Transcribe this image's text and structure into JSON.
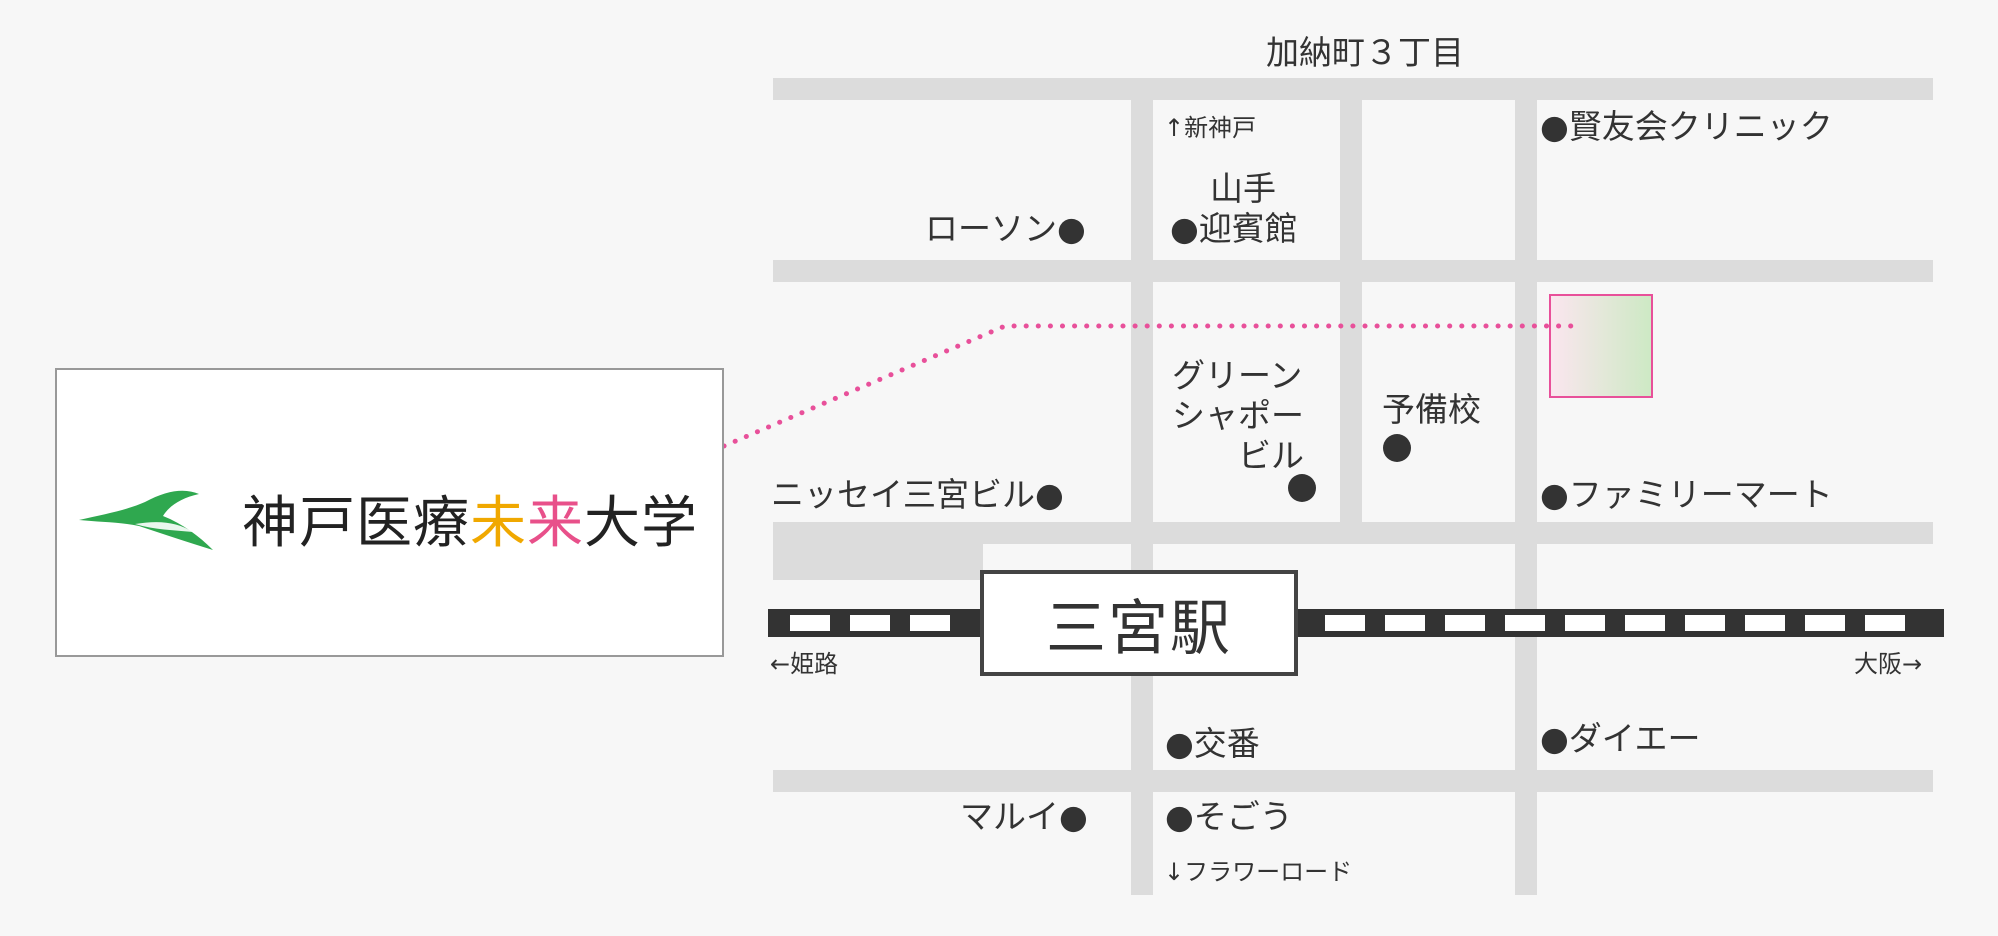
{
  "logo": {
    "name_part1": "神戸医療",
    "name_mi": "未",
    "name_rai": "来",
    "name_part2": "大学",
    "mark_color": "#2fa84f"
  },
  "station": {
    "name": "三宮駅"
  },
  "labels": {
    "district": "加納町３丁目",
    "to_shinkobe": "↑新神戸",
    "yamate_line1": "山手",
    "yamate_line2": "●迎賓館",
    "lawson": "ローソン●",
    "clinic": "●賢友会クリニック",
    "green": "グリーン\nシャポー\n　　ビル",
    "yobiko": "予備校",
    "nissay": "ニッセイ三宮ビル●",
    "familymart": "●ファミリーマート",
    "to_himeji": "←姫路",
    "to_osaka": "大阪→",
    "koban": "●交番",
    "daiei": "●ダイエー",
    "marui": "マルイ●",
    "sogo": "●そごう",
    "flower_road": "↓フラワーロード"
  },
  "colors": {
    "road": "#dcdcdc",
    "rail": "#333333",
    "route": "#e8509a",
    "building_grad_start": "#fbe6ef",
    "building_grad_end": "#cde9c4",
    "building_border": "#e8509a"
  }
}
